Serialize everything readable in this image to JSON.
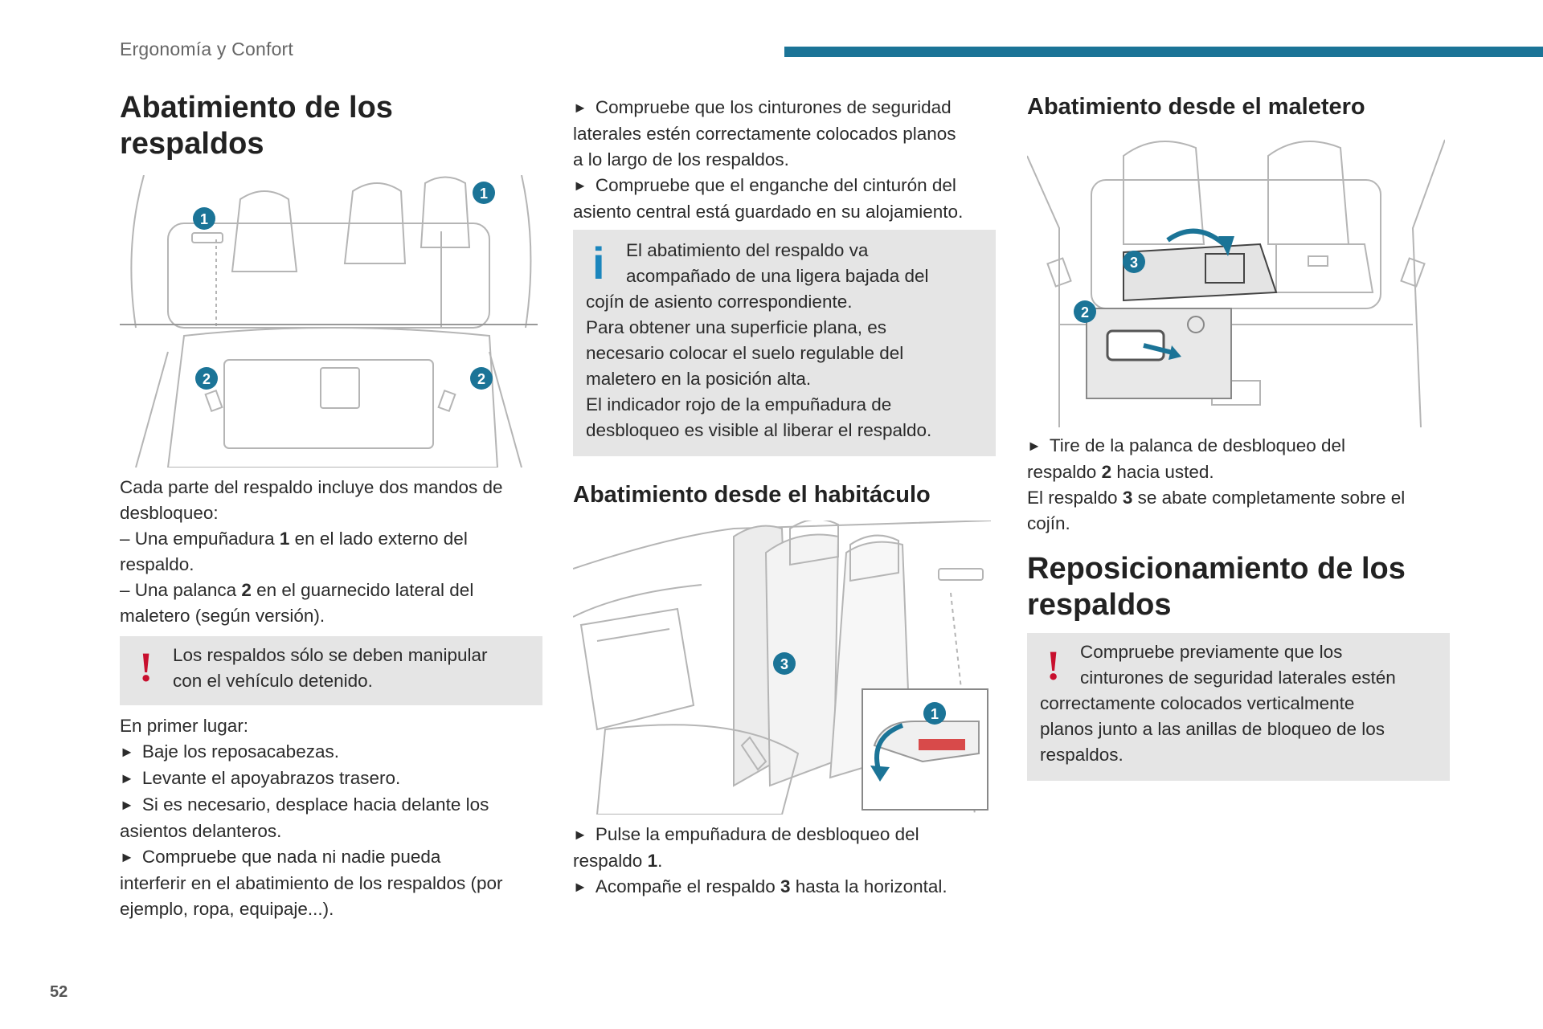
{
  "header": {
    "section": "Ergonomía y Confort",
    "page_number": "52"
  },
  "colors": {
    "accent": "#1b7497",
    "warning": "#c8102e",
    "info": "#1b86bd",
    "box_bg": "#e5e5e5"
  },
  "col1": {
    "title_line1": "Abatimiento de los",
    "title_line2": "respaldos",
    "figure_markers": [
      "1",
      "1",
      "2",
      "2"
    ],
    "intro": [
      "Cada parte del respaldo incluye dos mandos de",
      "desbloqueo:",
      "– Una empuñadura ",
      " en el lado externo del",
      "respaldo.",
      "– Una palanca ",
      " en el guarnecido lateral del",
      "maletero (según versión)."
    ],
    "ref1": "1",
    "ref2": "2",
    "warning": [
      "Los respaldos sólo se deben manipular",
      "con el vehículo detenido."
    ],
    "first_label": "En primer lugar:",
    "steps": [
      "Baje los reposacabezas.",
      "Levante el apoyabrazos trasero.",
      "Si es necesario, desplace hacia delante los",
      "asientos delanteros.",
      "Compruebe que nada ni nadie pueda",
      "interferir en el abatimiento de los respaldos (por",
      "ejemplo, ropa, equipaje...)."
    ]
  },
  "col2": {
    "checks": [
      "Compruebe que los cinturones de seguridad",
      "laterales estén correctamente colocados planos",
      "a lo largo de los respaldos.",
      "Compruebe que el enganche del cinturón del",
      "asiento central está guardado en su alojamiento."
    ],
    "info": [
      "El abatimiento del respaldo va",
      "acompañado de una ligera bajada del",
      "cojín de asiento correspondiente.",
      "Para obtener una superficie plana, es",
      "necesario colocar el suelo regulable del",
      "maletero en la posición alta.",
      "El indicador rojo de la empuñadura de",
      "desbloqueo es visible al liberar el respaldo."
    ],
    "subtitle": "Abatimiento desde el habitáculo",
    "figure_markers": [
      "3",
      "1"
    ],
    "steps": [
      "Pulse la empuñadura de desbloqueo del",
      "respaldo ",
      "1",
      ".",
      "Acompañe el respaldo ",
      "3",
      " hasta la horizontal."
    ]
  },
  "col3": {
    "subtitle": "Abatimiento desde el maletero",
    "figure_markers": [
      "3",
      "2"
    ],
    "steps": [
      "Tire de la palanca de desbloqueo del",
      "respaldo ",
      "2",
      " hacia usted.",
      "El respaldo ",
      "3",
      " se abate completamente sobre el",
      "cojín."
    ],
    "title_line1": "Reposicionamiento de los",
    "title_line2": "respaldos",
    "warning": [
      "Compruebe previamente que los",
      "cinturones de seguridad laterales estén",
      "correctamente colocados verticalmente",
      "planos junto a las anillas de bloqueo de los",
      "respaldos."
    ]
  }
}
